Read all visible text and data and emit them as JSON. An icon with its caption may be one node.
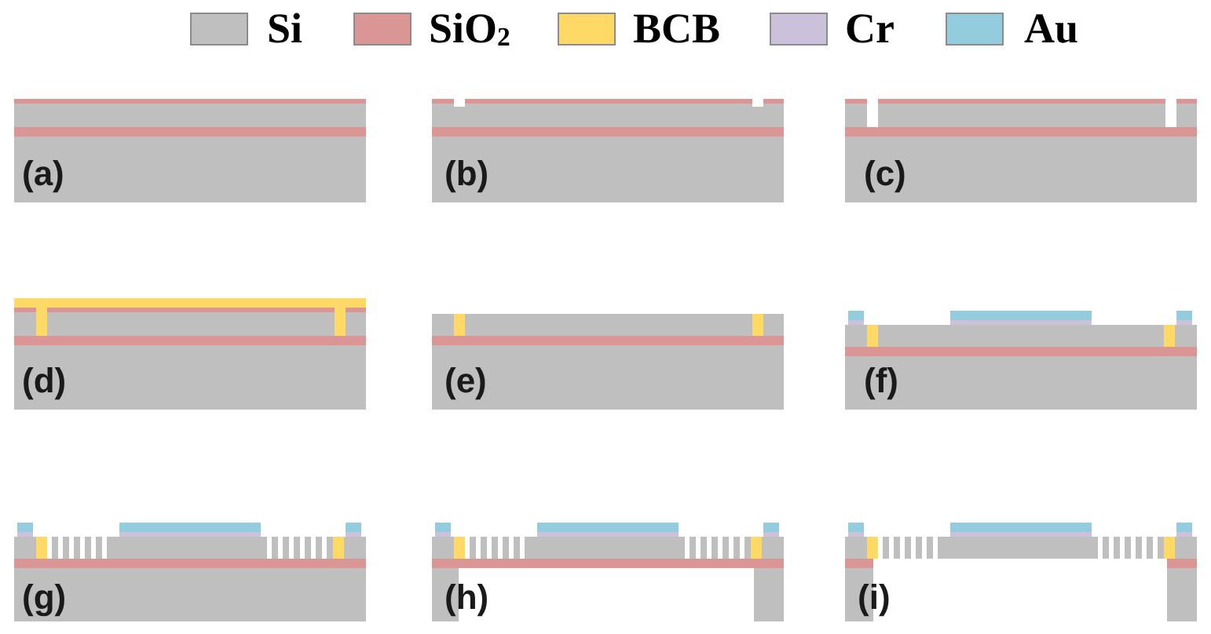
{
  "diagram": {
    "labels": [
      "(a)",
      "(b)",
      "(c)",
      "(d)",
      "(e)",
      "(f)",
      "(g)",
      "(h)",
      "(i)"
    ],
    "legend": [
      {
        "text": "Si",
        "color": "#bfbfbf"
      },
      {
        "text": "SiO$_{2}$",
        "color": "#d99694"
      },
      {
        "text": "BCB",
        "color": "#ffd966"
      },
      {
        "text": "Cr",
        "color": "#ccc1da"
      },
      {
        "text": "Au",
        "color": "#93cddd"
      }
    ]
  }
}
